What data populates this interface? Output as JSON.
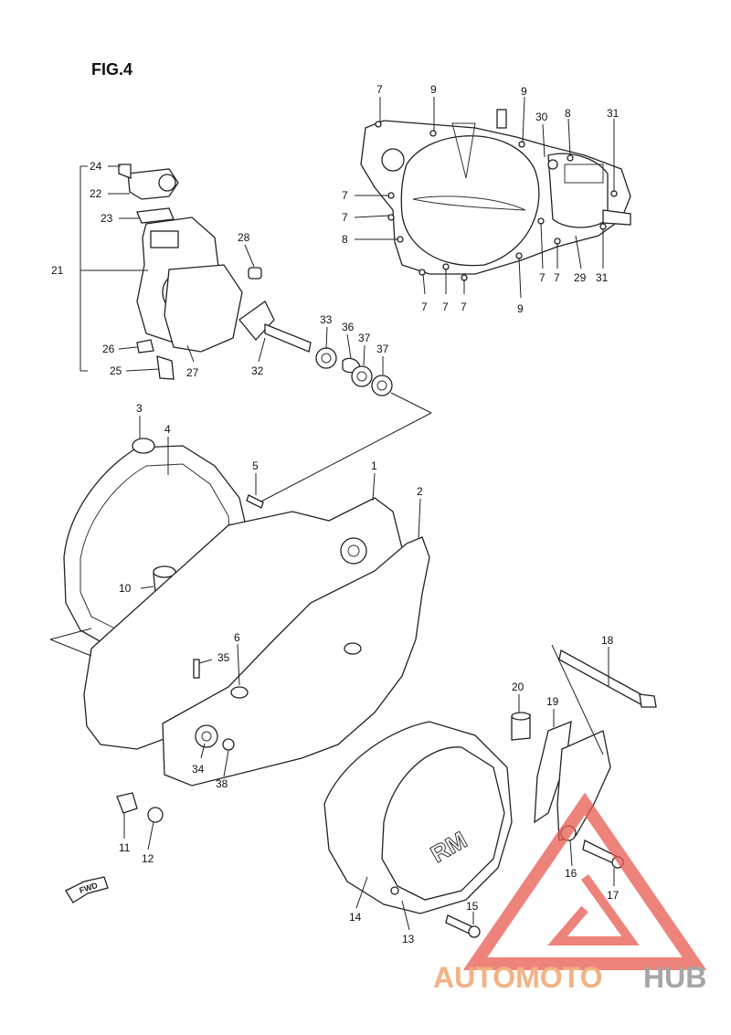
{
  "figure": {
    "title": "FIG.4"
  },
  "fwd_label": "FWD",
  "watermark": {
    "part1": "AUTOMOTO",
    "part2": "HUB",
    "color1": "#f4b183",
    "color2": "#a6a6a6",
    "logo_color": "#e8594f"
  },
  "callouts": [
    {
      "id": "c7a",
      "text": "7"
    },
    {
      "id": "c9a",
      "text": "9"
    },
    {
      "id": "c9b",
      "text": "9"
    },
    {
      "id": "c30",
      "text": "30"
    },
    {
      "id": "c8a",
      "text": "8"
    },
    {
      "id": "c31a",
      "text": "31"
    },
    {
      "id": "c7b",
      "text": "7"
    },
    {
      "id": "c7c",
      "text": "7"
    },
    {
      "id": "c8b",
      "text": "8"
    },
    {
      "id": "c7d",
      "text": "7"
    },
    {
      "id": "c7e",
      "text": "7"
    },
    {
      "id": "c7f",
      "text": "7"
    },
    {
      "id": "c9c",
      "text": "9"
    },
    {
      "id": "c7g",
      "text": "7"
    },
    {
      "id": "c7h",
      "text": "7"
    },
    {
      "id": "c29",
      "text": "29"
    },
    {
      "id": "c31b",
      "text": "31"
    },
    {
      "id": "c24",
      "text": "24"
    },
    {
      "id": "c22",
      "text": "22"
    },
    {
      "id": "c23",
      "text": "23"
    },
    {
      "id": "c21",
      "text": "21"
    },
    {
      "id": "c28",
      "text": "28"
    },
    {
      "id": "c26",
      "text": "26"
    },
    {
      "id": "c25",
      "text": "25"
    },
    {
      "id": "c27",
      "text": "27"
    },
    {
      "id": "c32",
      "text": "32"
    },
    {
      "id": "c33",
      "text": "33"
    },
    {
      "id": "c36",
      "text": "36"
    },
    {
      "id": "c37a",
      "text": "37"
    },
    {
      "id": "c37b",
      "text": "37"
    },
    {
      "id": "c3",
      "text": "3"
    },
    {
      "id": "c4",
      "text": "4"
    },
    {
      "id": "c5",
      "text": "5"
    },
    {
      "id": "c1",
      "text": "1"
    },
    {
      "id": "c2",
      "text": "2"
    },
    {
      "id": "c10",
      "text": "10"
    },
    {
      "id": "c6",
      "text": "6"
    },
    {
      "id": "c35",
      "text": "35"
    },
    {
      "id": "c34",
      "text": "34"
    },
    {
      "id": "c38",
      "text": "38"
    },
    {
      "id": "c11",
      "text": "11"
    },
    {
      "id": "c12",
      "text": "12"
    },
    {
      "id": "c18",
      "text": "18"
    },
    {
      "id": "c20",
      "text": "20"
    },
    {
      "id": "c19",
      "text": "19"
    },
    {
      "id": "c16",
      "text": "16"
    },
    {
      "id": "c17",
      "text": "17"
    },
    {
      "id": "c15",
      "text": "15"
    },
    {
      "id": "c14",
      "text": "14"
    },
    {
      "id": "c13",
      "text": "13"
    }
  ]
}
